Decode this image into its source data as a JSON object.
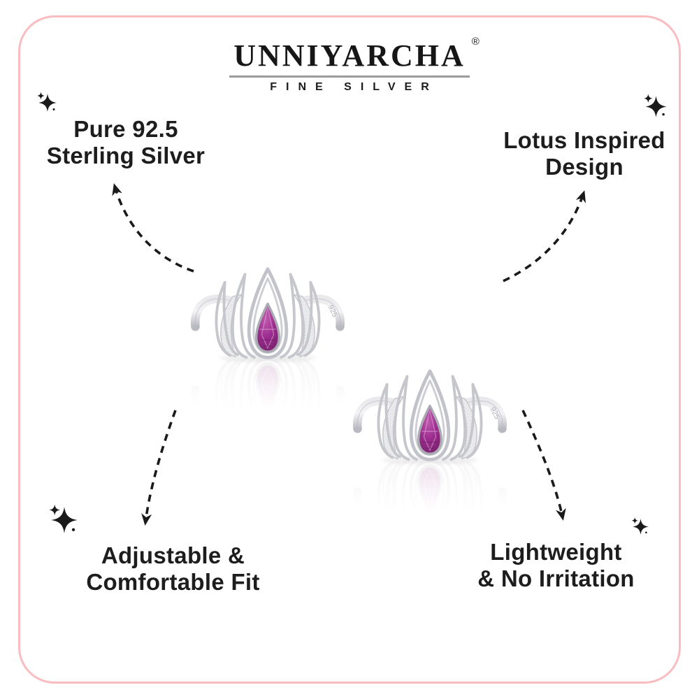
{
  "brand": {
    "name": "UNNIYARCHA",
    "registered_mark": "®",
    "tagline": "FINE SILVER"
  },
  "features": [
    {
      "id": "pure-silver",
      "position": "top-left",
      "lines": [
        "Pure 92.5",
        "Sterling Silver"
      ]
    },
    {
      "id": "lotus-design",
      "position": "top-right",
      "lines": [
        "Lotus Inspired",
        "Design"
      ]
    },
    {
      "id": "adjustable",
      "position": "bottom-left",
      "lines": [
        "Adjustable &",
        "Comfortable Fit"
      ]
    },
    {
      "id": "lightweight",
      "position": "bottom-right",
      "lines": [
        "Lightweight",
        "& No Irritation"
      ]
    }
  ],
  "product": {
    "type": "lotus toe rings (pair)",
    "hallmark": "925",
    "metal": "sterling silver",
    "stone": "pear-cut purple gemstone"
  },
  "icons": {
    "sparkle": "✦",
    "arrow": "dashed curved arrow"
  },
  "colors": {
    "border_pink": "#f9bdc1",
    "text": "#1d1d1d",
    "arrow": "#1a1a1a",
    "silver_light": "#f2f2f4",
    "silver_mid": "#c9c9d0",
    "stone_light": "#c05bae",
    "stone_mid": "#9c2d8f",
    "stone_dark": "#6f1c62",
    "logo_underline": "#9a9a9a"
  }
}
